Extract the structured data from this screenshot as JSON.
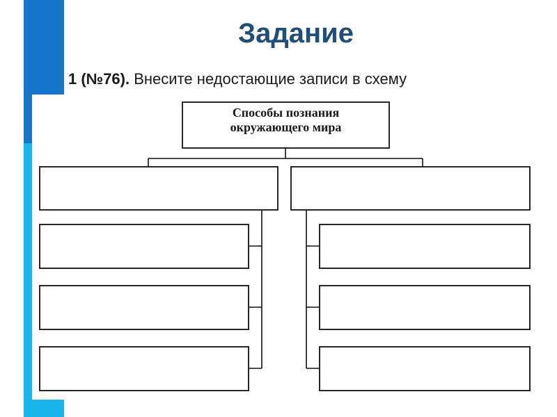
{
  "colors": {
    "title": "#1f4e79",
    "bar_dark": "#1676c9",
    "bar_light": "#18b6ec",
    "line": "#111111",
    "box_fill": "#ffffff"
  },
  "header": {
    "title": "Задание",
    "task_number": "1 (№76).",
    "task_text": " Внесите недостающие записи в схему"
  },
  "diagram": {
    "root_line1": "Способы познания",
    "root_line2": "окружающего мира",
    "left_branch": {
      "head": "",
      "items": [
        "",
        "",
        ""
      ]
    },
    "right_branch": {
      "head": "",
      "items": [
        "",
        "",
        ""
      ]
    }
  }
}
